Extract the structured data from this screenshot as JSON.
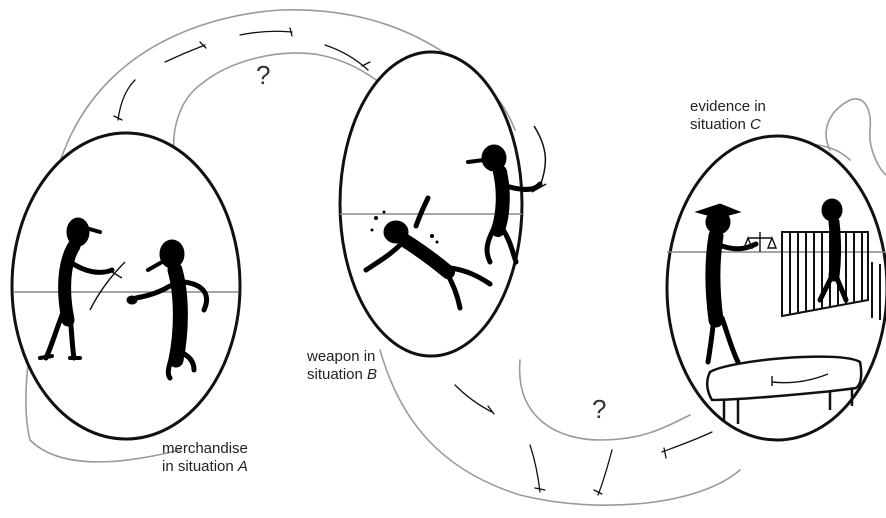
{
  "labels": {
    "situation_a_line1": "merchandise",
    "situation_a_line2": "in situation ",
    "situation_a_letter": "A",
    "situation_b_line1": "weapon in",
    "situation_b_line2": "situation ",
    "situation_b_letter": "B",
    "situation_c_line1": "evidence in",
    "situation_c_line2": "situation ",
    "situation_c_letter": "C"
  },
  "question_marks": [
    "?",
    "?"
  ],
  "colors": {
    "stroke": "#111111",
    "path": "#999999",
    "figure": "#000000",
    "horizon": "#888888"
  }
}
